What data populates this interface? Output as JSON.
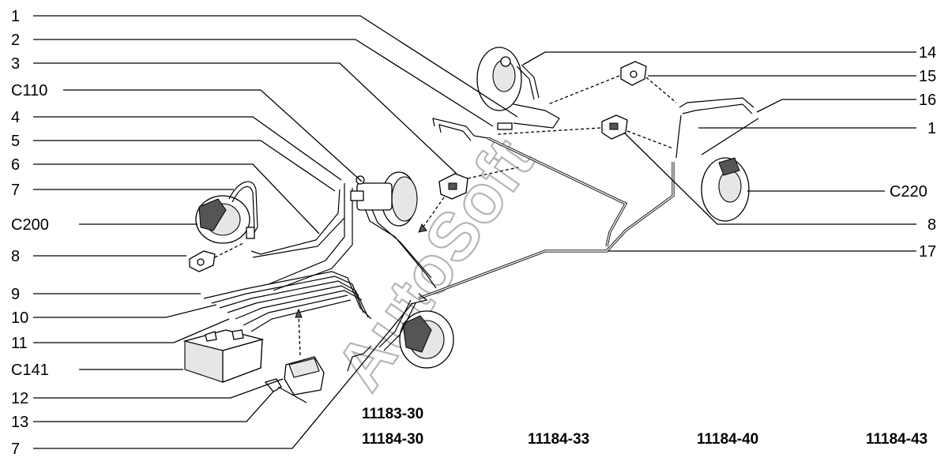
{
  "labels_left": [
    "1",
    "2",
    "3",
    "C110",
    "4",
    "5",
    "6",
    "7",
    "C200",
    "8",
    "9",
    "10",
    "11",
    "C141",
    "12",
    "13",
    "7"
  ],
  "labels_right": [
    "14",
    "15",
    "16",
    "1",
    "C220",
    "8",
    "17"
  ],
  "model_codes": [
    "11183-30",
    "11184-30",
    "11184-33",
    "11184-40",
    "11184-43"
  ],
  "watermark": "AutoSoft"
}
